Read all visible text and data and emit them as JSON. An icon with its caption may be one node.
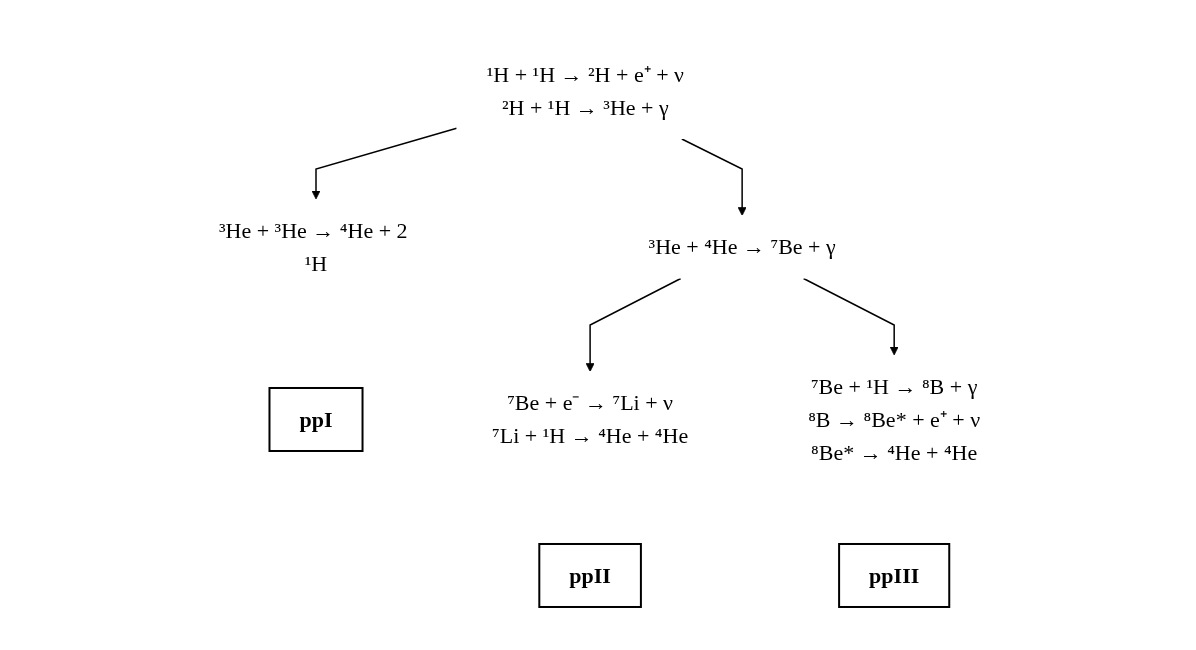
{
  "diagram": {
    "nodes": [
      {
        "text": [
          "¹H + ¹H → ²H + e⁺ + ν",
          "²H + ¹H → ³He + γ"
        ]
      },
      {
        "text": [
          "³He + ³He → ⁴He + 2 ¹H"
        ]
      },
      {
        "text": [
          "³He + ⁴He → ⁷Be + γ"
        ]
      },
      {
        "text": [
          "ppI"
        ]
      },
      {
        "text": [
          "⁷Be + e⁻ → ⁷Li + ν",
          "⁷Li + ¹H → ⁴He + ⁴He"
        ]
      },
      {
        "text": [
          "⁷Be + ¹H → ⁸B + γ",
          "⁸B → ⁸Be* + e⁺ + ν",
          "⁸Be* → ⁴He + ⁴He"
        ]
      },
      {
        "text": [
          "ppII"
        ]
      },
      {
        "text": [
          "ppIII"
        ]
      }
    ],
    "edges": [
      {
        "from": 0,
        "to": 1,
        "arrow": "to"
      },
      {
        "from": 0,
        "to": 2,
        "arrow": "to"
      },
      {
        "from": 2,
        "to": 4,
        "arrow": "to"
      },
      {
        "from": 2,
        "to": 5,
        "arrow": "to"
      }
    ]
  }
}
